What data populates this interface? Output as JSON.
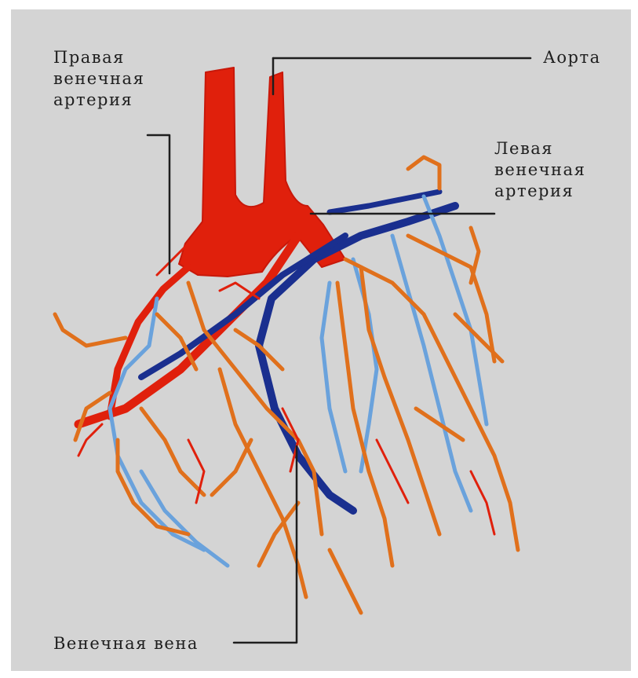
{
  "labels": {
    "right_coronary_artery": [
      "Правая",
      "венечная",
      "артерия"
    ],
    "aorta": "Аорта",
    "left_coronary_artery": [
      "Левая",
      "венечная",
      "артерия"
    ],
    "coronary_vein": "Венечная вена"
  },
  "colors": {
    "background": "#d4d4d4",
    "artery": "#e0200c",
    "artery_branch": "#e0701c",
    "vein": "#1a2f8f",
    "vein_light": "#6aa2dc",
    "leader_line": "#1e1e1e"
  }
}
